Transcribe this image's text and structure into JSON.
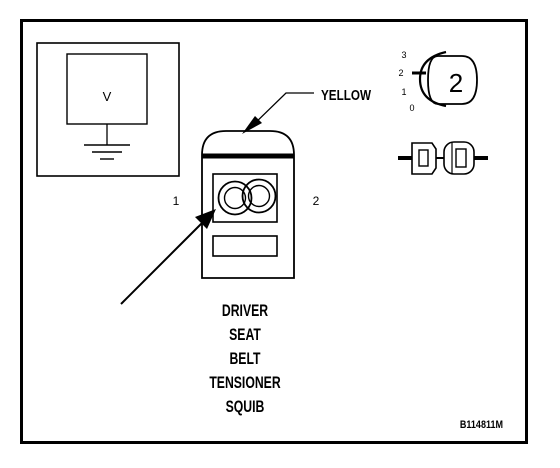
{
  "meter": {
    "label": "V"
  },
  "connector": {
    "color_label": "YELLOW",
    "pin_left": "1",
    "pin_right": "2"
  },
  "component": {
    "lines": [
      "DRIVER",
      "SEAT",
      "BELT",
      "TENSIONER",
      "SQUIB"
    ]
  },
  "position_key": {
    "labels": [
      "3",
      "2",
      "1",
      "0"
    ],
    "position_number": "2"
  },
  "figure_id": "B114811M",
  "colors": {
    "ink": "#000000",
    "paper": "#ffffff"
  }
}
